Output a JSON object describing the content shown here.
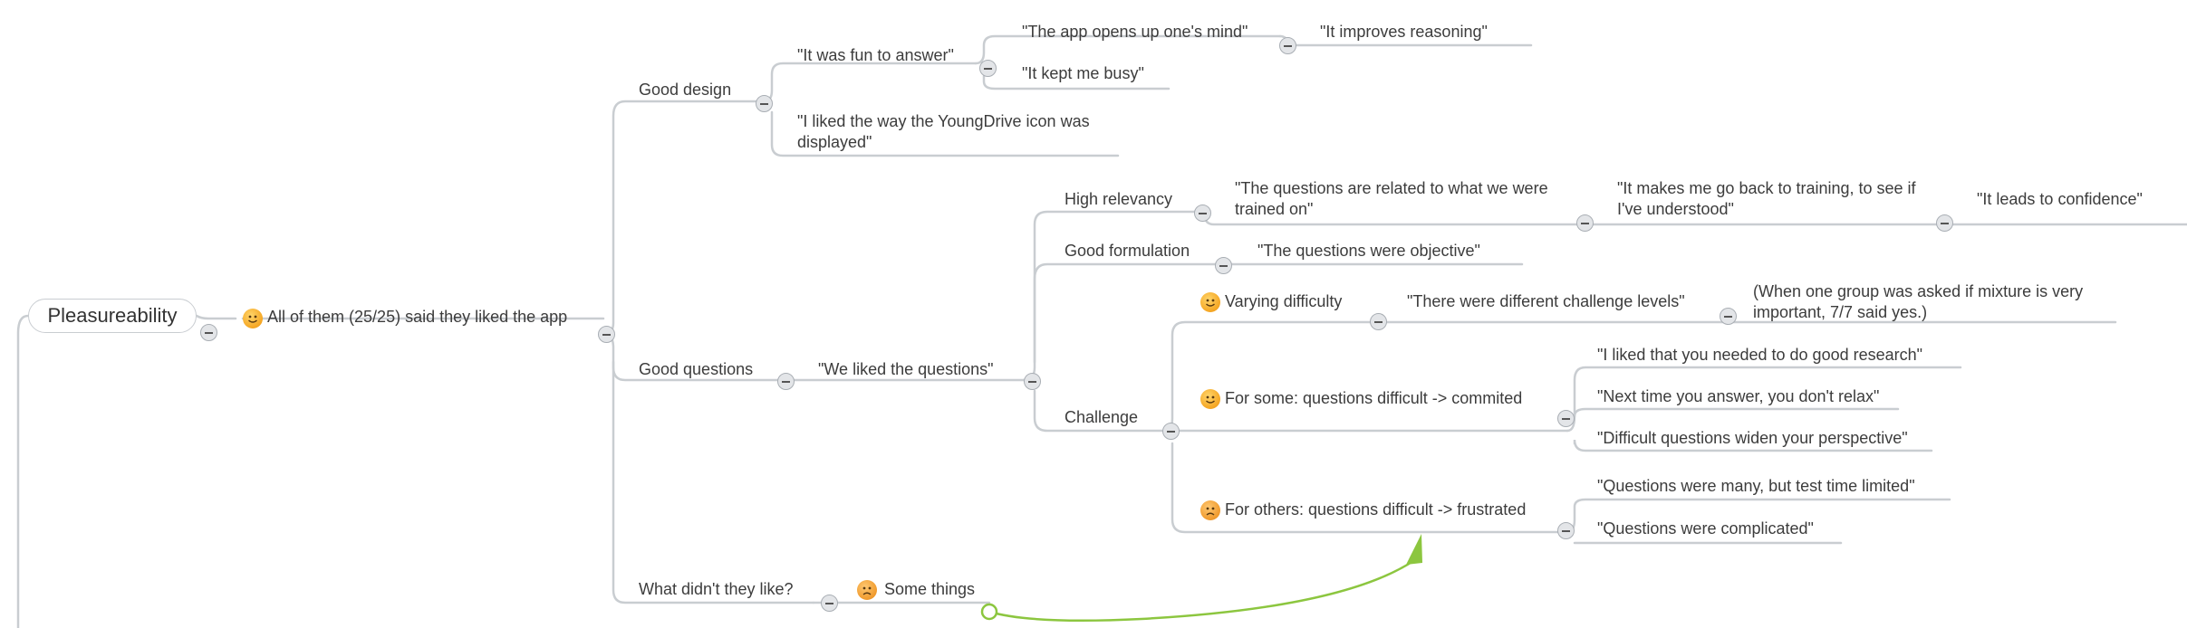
{
  "root": {
    "label": "Pleasureability"
  },
  "summary": {
    "label": "All of them (25/25) said they liked the app"
  },
  "good_design": {
    "label": "Good design",
    "fun": "\"It was fun to answer\"",
    "opens_mind": "\"The app opens up one's mind\"",
    "reasoning": "\"It improves reasoning\"",
    "busy": "\"It kept me busy\"",
    "icon": "\"I liked the way the YoungDrive icon was displayed\""
  },
  "good_questions": {
    "label": "Good questions",
    "liked": "\"We liked the questions\"",
    "high_relevancy": "High relevancy",
    "related": "\"The questions are related to what we were trained on\"",
    "back_to_training": "\"It makes me go back to training, to see if I've understood\"",
    "confidence": "\"It leads to confidence\"",
    "good_formulation": "Good formulation",
    "objective": "\"The questions were objective\"",
    "challenge": "Challenge",
    "varying": "Varying difficulty",
    "challenge_levels": "\"There were different challenge levels\"",
    "mixture": "(When one group was asked if mixture is very important, 7/7 said yes.)",
    "for_some": "For some: questions difficult -> commited",
    "research": "\"I liked that you needed to do good research\"",
    "relax": "\"Next time you answer, you don't relax\"",
    "perspective": "\"Difficult questions widen your perspective\"",
    "for_others": "For others: questions difficult -> frustrated",
    "many": "\"Questions were many, but test time limited\"",
    "complicated": "\"Questions were complicated\""
  },
  "didnt_like": {
    "label": "What didn't they like?",
    "some_things": "Some things"
  },
  "colors": {
    "line": "#c9cdd1",
    "relationship": "#8cc63f"
  },
  "icons": {
    "happy": "smiley-happy-icon",
    "sad": "smiley-sad-icon"
  }
}
